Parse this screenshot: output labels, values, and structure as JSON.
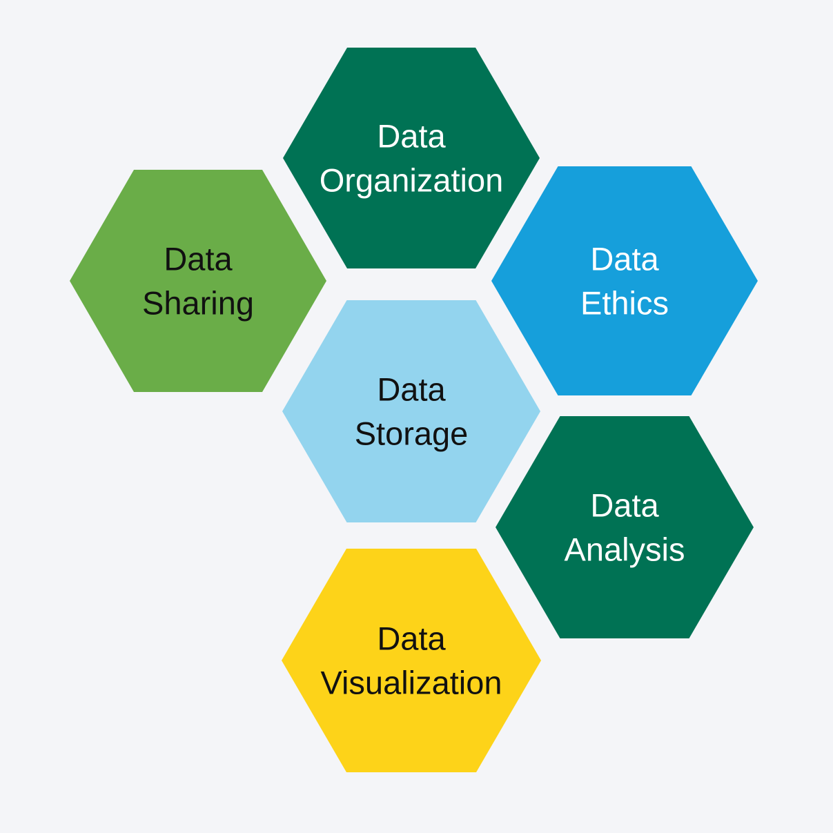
{
  "diagram": {
    "background": "#f4f5f8",
    "hexagons": [
      {
        "key": "organization",
        "lines": [
          "Data",
          "Organization"
        ],
        "fill": "#007254",
        "text_color": "#ffffff"
      },
      {
        "key": "sharing",
        "lines": [
          "Data",
          "Sharing"
        ],
        "fill": "#6aad48",
        "text_color": "#111111"
      },
      {
        "key": "ethics",
        "lines": [
          "Data",
          "Ethics"
        ],
        "fill": "#169fdb",
        "text_color": "#ffffff"
      },
      {
        "key": "storage",
        "lines": [
          "Data",
          "Storage"
        ],
        "fill": "#93d4ee",
        "text_color": "#111111"
      },
      {
        "key": "analysis",
        "lines": [
          "Data",
          "Analysis"
        ],
        "fill": "#007254",
        "text_color": "#ffffff"
      },
      {
        "key": "visualization",
        "lines": [
          "Data",
          "Visualization"
        ],
        "fill": "#fdd319",
        "text_color": "#111111"
      }
    ]
  }
}
